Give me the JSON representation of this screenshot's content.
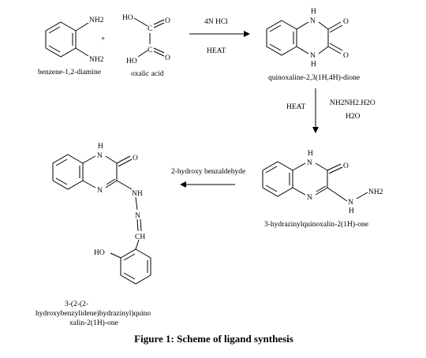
{
  "figure_caption": "Figure 1: Scheme of ligand synthesis",
  "atoms": {
    "nh2": "NH2",
    "nh": "NH",
    "ho": "HO",
    "o": "O",
    "n": "N",
    "h": "H",
    "c": "C",
    "ch": "CH",
    "plus": "+"
  },
  "reagents": {
    "benzenediamine": "benzene-1,2-diamine",
    "oxalic_acid": "oxalic acid",
    "quinoxalinedione": "quinoxaline-2,3(1H,4H)-dione",
    "hydrazinyl": "3-hydrazinylquinoxalin-2(1H)-one",
    "product_line1": "3-(2-(2-",
    "product_line2": "hydroxybenzylidene)hydrazinyl)quino",
    "product_line3": "xalin-2(1H)-one"
  },
  "conditions": {
    "step1_top": "4N HCl",
    "step1_bottom": "HEAT",
    "step2_left": "HEAT",
    "step2_right_top": "NH2NH2.H2O",
    "step2_right_bottom": "H2O",
    "step3": "2-hydroxy benzaldehyde"
  }
}
